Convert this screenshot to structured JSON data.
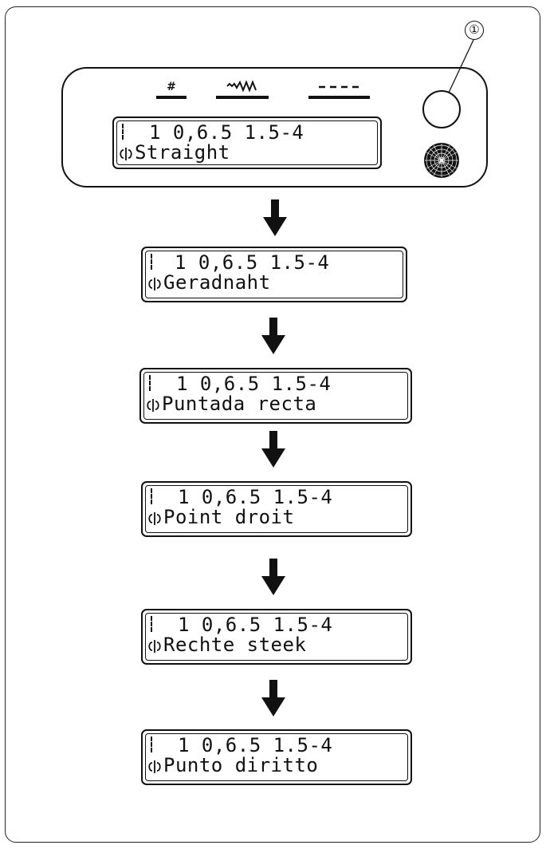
{
  "indicators": [
    {
      "symbol": "#",
      "icon": "stitch-pattern-number-icon"
    },
    {
      "symbol": "~W",
      "icon": "zigzag-width-icon"
    },
    {
      "symbol": "----",
      "icon": "stitch-length-icon"
    }
  ],
  "callout": {
    "number": "①"
  },
  "displays": [
    {
      "line1": "1 0,6.5 1.5-4",
      "line2": "Straight"
    },
    {
      "line1": "1 0,6.5 1.5-4",
      "line2": "Geradnaht"
    },
    {
      "line1": "1 0,6.5 1.5-4",
      "line2": "Puntada recta"
    },
    {
      "line1": "1 0,6.5 1.5-4",
      "line2": "Point droit"
    },
    {
      "line1": "1 0,6.5 1.5-4",
      "line2": "Rechte steek"
    },
    {
      "line1": "1 0,6.5 1.5-4",
      "line2": "Punto diritto"
    }
  ],
  "icons": {
    "needle": "needle-position-icon",
    "foot": "presser-foot-icon",
    "arrow": "arrow-down-icon",
    "button": "language-button",
    "dial": "dial-knob-icon"
  }
}
